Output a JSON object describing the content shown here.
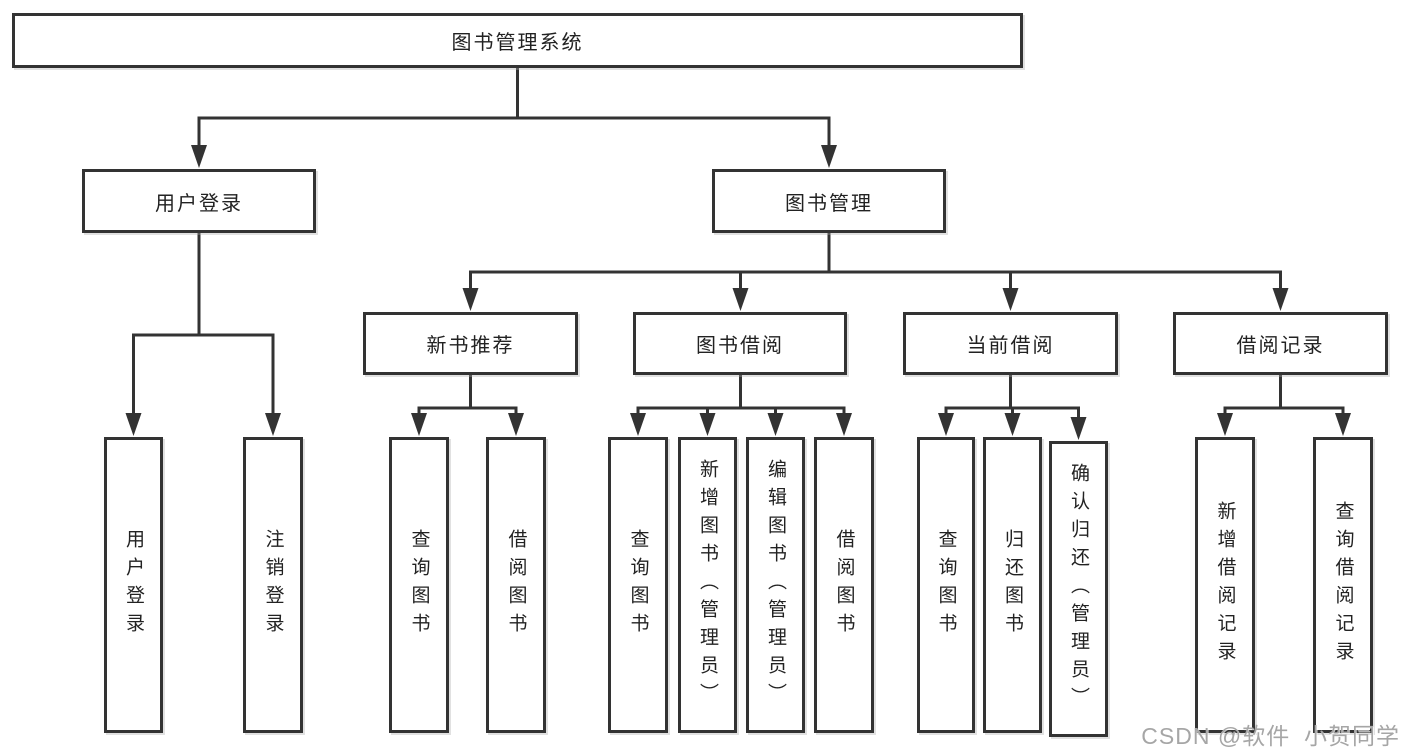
{
  "diagram": {
    "root": {
      "label": "图书管理系统"
    },
    "level1": [
      {
        "label": "用户登录"
      },
      {
        "label": "图书管理"
      }
    ],
    "level2": [
      {
        "label": "新书推荐"
      },
      {
        "label": "图书借阅"
      },
      {
        "label": "当前借阅"
      },
      {
        "label": "借阅记录"
      }
    ],
    "leaves": {
      "user_login": [
        "用户登录",
        "注销登录"
      ],
      "new_book_recommend": [
        "查询图书",
        "借阅图书"
      ],
      "book_borrow": [
        "查询图书",
        "新增图书（管理员）",
        "编辑图书（管理员）",
        "借阅图书"
      ],
      "current_borrow": [
        "查询图书",
        "归还图书",
        "确认归还（管理员）"
      ],
      "borrow_records": [
        "新增借阅记录",
        "查询借阅记录"
      ]
    },
    "watermark": "CSDN @软件_小贺同学",
    "colors": {
      "line": "#333333",
      "border": "#333333",
      "text": "#222222",
      "background": "#ffffff",
      "watermark": "#a6a6a6"
    }
  }
}
